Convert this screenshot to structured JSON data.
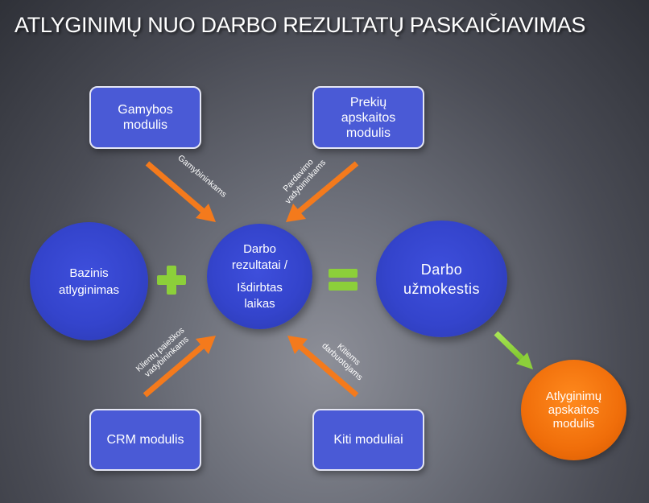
{
  "title": "ATLYGINIMŲ NUO DARBO REZULTATŲ PASKAIČIAVIMAS",
  "boxes": {
    "production": "Gamybos\nmodulis",
    "inventory": "Prekių\napskaitos\nmodulis",
    "crm": "CRM modulis",
    "other": "Kiti moduliai"
  },
  "circles": {
    "base": "Bazinis\natlyginimas",
    "work_line1": "Darbo\nrezultatai /",
    "work_line2": "Išdirbtas\nlaikas",
    "salary": "Darbo\nužmokestis",
    "payroll": "Atlyginimų\napskaitos\nmodulis"
  },
  "arrow_labels": {
    "production": "Gamybininkams",
    "inventory": "Pardavimo\nvadybininkams",
    "crm": "Klientų paieškos\nvadybininkams",
    "other": "Kitiems\ndarbuotojams"
  },
  "icons": {
    "plus": "plus-icon",
    "equals": "equals-icon"
  },
  "colors": {
    "box_fill": "#4a5ad6",
    "circle_fill": "#3444cc",
    "arrow_orange": "#f47a1c",
    "operator_green": "#8ccf3a",
    "arrow_green": "#9fe04a",
    "payroll_orange": "#f06e0a"
  }
}
